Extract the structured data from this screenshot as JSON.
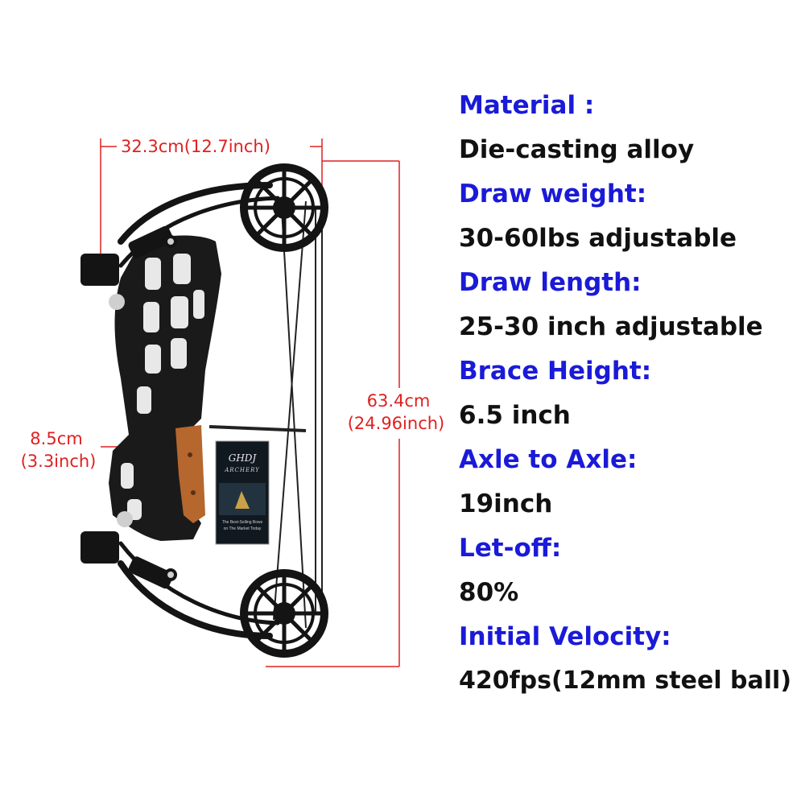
{
  "colors": {
    "dimension": "#e02020",
    "label": "#1a1ad8",
    "value": "#111111",
    "bow": "#141414",
    "grip": "#b5672e"
  },
  "dimensions": {
    "width": "32.3cm(12.7inch)",
    "height_cm": "63.4cm",
    "height_in": "(24.96inch)",
    "grip_cm": "8.5cm",
    "grip_in": "(3.3inch)"
  },
  "tag": {
    "brand": "GHDJ",
    "sub": "ARCHERY",
    "line1": "The Best-Selling Bows",
    "line2": "on The Market Today"
  },
  "specs": [
    {
      "label": "Material :",
      "value": "Die-casting alloy"
    },
    {
      "label": "Draw weight:",
      "value": "30-60lbs adjustable"
    },
    {
      "label": "Draw length:",
      "value": "25-30 inch adjustable"
    },
    {
      "label": "Brace Height:",
      "value": "6.5 inch"
    },
    {
      "label": "Axle to Axle:",
      "value": "19inch"
    },
    {
      "label": "Let-off:",
      "value": "80%"
    },
    {
      "label": "Initial Velocity:",
      "value": "420fps(12mm steel ball)"
    }
  ]
}
